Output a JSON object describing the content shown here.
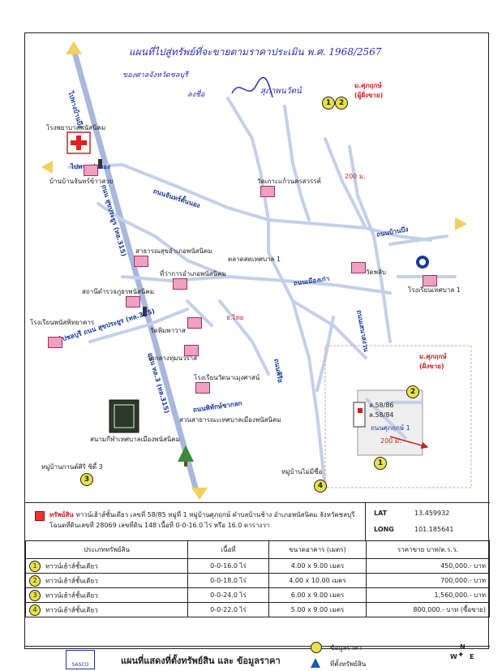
{
  "header": {
    "title_handwritten": "แผนที่ไปสู่ทรัพย์ที่จะขายตามราคาประเมิน พ.ศ. 1968/2567",
    "subtitle_handwritten": "ของศาลจังหวัดชลบุรี",
    "signature_label": "ลงชื่อ",
    "signature_name": "สุภาพนวัตน์"
  },
  "map_labels": {
    "hospital": "โรงพยาบาลพนัสนิคม",
    "to_thong": "ไปทางเล่าทอง",
    "ban_jantanawat": "บ้านบ้านจันทร์ข้าวสวย",
    "road_north": "ไปทางบ้านบึง",
    "road_jantanawat": "ถนนจันทร์ตั้นนอง",
    "road_sukprayoon": "ถนน สุขประยูร (ทล.315)",
    "road_sukprayoon_lower": "ไปชลบุรี ถนน สุขประยูร (ทล.315)",
    "road_315": "ถนน ทล.3 (ทล.315)",
    "public_health": "สาธารณสุขอำเภอพนัสนิคม",
    "district_office": "ที่ว่าการอำเภอพนัสนิคม",
    "police": "สถานีตำรวจภูธรพนัสนิคม",
    "school_panat": "โรงเรียนพนัสพิทยาคาร",
    "wat_phimpha": "วัดพิมพาวาส",
    "wat_klang": "วัดกลางทุ่มนวราส",
    "school_municipal": "โรงเรียนวัดนาเมุงศาสน์",
    "road_thetsaban": "ถนนพิทักษ์ชากลก",
    "park": "สวนสาธารณะเทศบาลเมืองพนัสนิคม",
    "stadium": "สนามกีฬาเทศบาลเมืองพนัสนิคม",
    "village3": "หมู่บ้านกานต์ศิริ ซิตี้ 3",
    "village4": "หมู่บ้านไม่มีชื่อ",
    "wat_kaew": "วัดเกาะแก้วนครสวรรค์",
    "market": "ตลาดสดเทศบาล 1",
    "wat_phlub": "วัดพลับ",
    "school_1": "โรงเรียนเทศบาล 1",
    "road_ratsadon": "ถนนเมืองเก่า",
    "road_senasenie": "ถนนเสนาสงวน",
    "road_phirom": "ถนนพิริย",
    "road_ban": "ถนนบ้านบึง",
    "bank_label": "ธ.ไทย",
    "dist_200_a": "200 ม.",
    "dist_200_b": "200 ม.",
    "property_name": "ม.ศุภฤกษ์",
    "property_sub": "(ผู้ฝั่งขาย)",
    "property_name_2": "ม.ศุภฤกษ์",
    "property_sub_2": "(ฝั่งขาย)",
    "plot_1": "ล.58/86",
    "plot_2": "ล.58/84",
    "road_inset": "ถนนศุภฤกษ์ 1"
  },
  "location": {
    "asset_label": "ทรัพย์สิน",
    "asset_desc": "ทาวน์เฮ้าส์ชั้นเดียว เลขที่ 58/85 หมู่ที่ 1 หมู่บ้านศุภฤกษ์ ตำบลบ้านช้าง อำเภอพนัสนิคม จังหวัดชลบุรี",
    "deed_desc": "โฉนดที่ดินเลขที่ 28069 เลขที่ดิน 148 เนื้อที่ 0-0-16.0 ไร่ หรือ 16.0 ตารางวา"
  },
  "coords": {
    "lat_label": "LAT",
    "lat_value": "13.459932",
    "long_label": "LONG",
    "long_value": "101.185641"
  },
  "table": {
    "headers": [
      "ประเภททรัพย์สิน",
      "เนื้อที่",
      "ขนาดอาคาร (เมตร)",
      "ราคาขาย บาท/ต.ร.ว."
    ],
    "rows": [
      {
        "num": "1",
        "type": "ทาวน์เฮ้าส์ชั้นเดียว",
        "area": "0-0-16.0 ไร่",
        "size": "4.00 x 9.00 เมตร",
        "price": "450,000.- บาท"
      },
      {
        "num": "2",
        "type": "ทาวน์เฮ้าส์ชั้นเดียว",
        "area": "0-0-18.0 ไร่",
        "size": "4.00 x 10.00 เมตร",
        "price": "700,000.- บาท"
      },
      {
        "num": "3",
        "type": "ทาวน์เฮ้าส์ชั้นเดียว",
        "area": "0-0-24.0 ไร่",
        "size": "6.00 x 9.00 เมตร",
        "price": "1,560,000.- บาท"
      },
      {
        "num": "4",
        "type": "ทาวน์เฮ้าส์ชั้นเดียว",
        "area": "0-0-22.0 ไร่",
        "size": "5.00 x 9.00 เมตร",
        "price": "800,000.- บาท (ซื้อขาย)"
      }
    ]
  },
  "footer": {
    "logo_text": "SASCO",
    "title": "แผนที่แสดงที่ตั้งทรัพย์สิน และ ข้อมูลราคา",
    "legend_1": "ข้อมูลราคา",
    "legend_2": "ที่ตั้งทรัพย์สิน",
    "compass_n": "N",
    "compass_e": "E",
    "compass_w": "W"
  },
  "pins": [
    "1",
    "2",
    "3",
    "4",
    "1",
    "2"
  ],
  "colors": {
    "road": "#b8c6e4",
    "highway": "#9aaed8",
    "label_blue": "#1a3a9a",
    "pin": "#e8e14a",
    "property_red": "#cc2222",
    "handwriting": "#2a2ab8"
  }
}
